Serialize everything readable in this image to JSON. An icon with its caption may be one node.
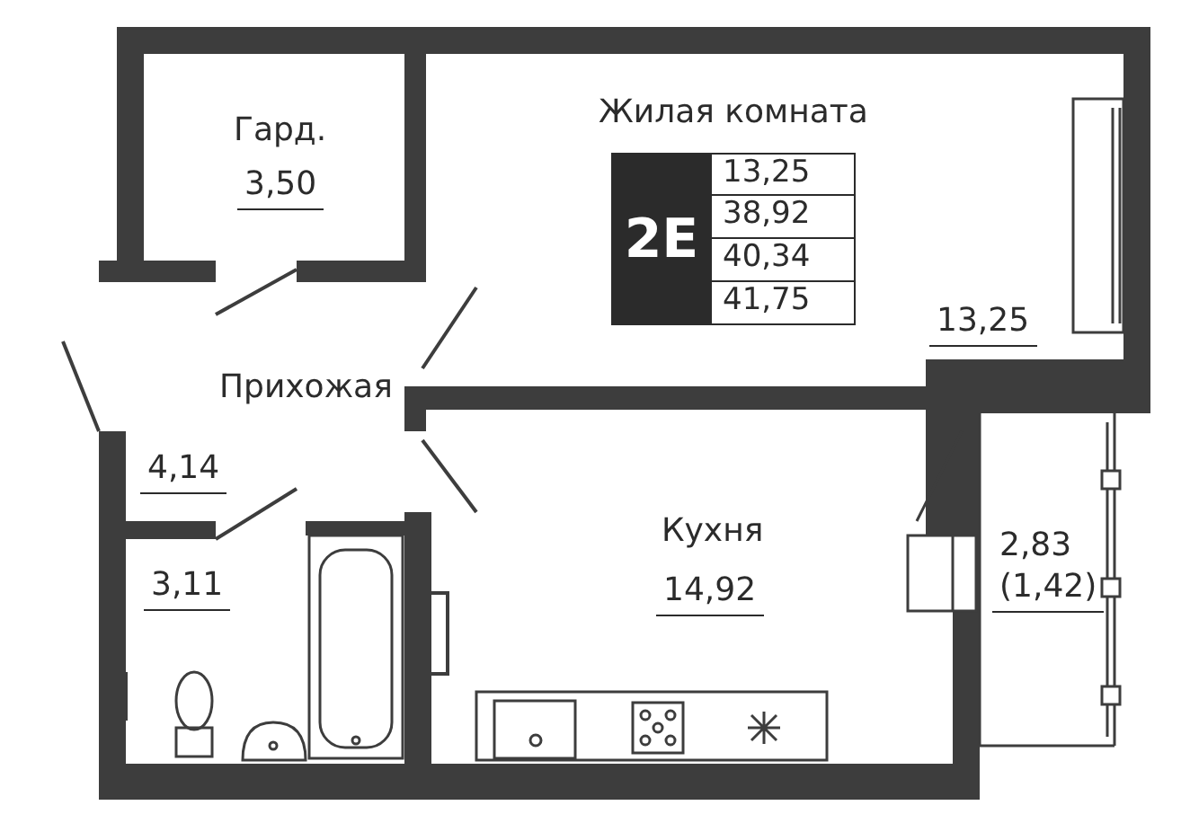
{
  "diagram": {
    "nodes": [
      {
        "text": [
          "Гард.",
          "3,50"
        ]
      },
      {
        "text": [
          "Жилая комната",
          "13,25"
        ]
      },
      {
        "text": [
          "Прихожая",
          "4,14"
        ]
      },
      {
        "text": [
          "Кухня",
          "14,92"
        ]
      },
      {
        "text": [
          "3,11"
        ]
      },
      {
        "text": [
          "2,83",
          "(1,42)"
        ]
      },
      {
        "text": [
          "2E"
        ],
        "in": 1
      }
    ],
    "edges": [],
    "labels": [
      "13,25",
      "38,92",
      "40,34",
      "41,75"
    ]
  }
}
